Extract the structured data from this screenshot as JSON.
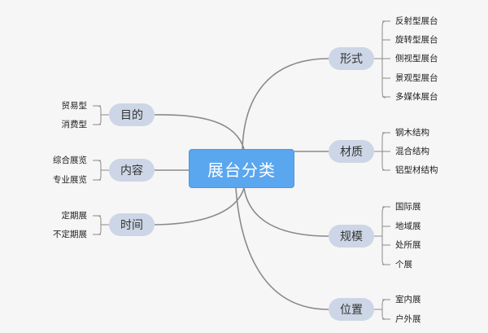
{
  "root": {
    "label": "展台分类"
  },
  "branches": {
    "purpose": {
      "label": "目的",
      "items": [
        "贸易型",
        "消费型"
      ]
    },
    "content": {
      "label": "内容",
      "items": [
        "综合展览",
        "专业展览"
      ]
    },
    "time": {
      "label": "时间",
      "items": [
        "定期展",
        "不定期展"
      ]
    },
    "form": {
      "label": "形式",
      "items": [
        "反射型展台",
        "旋转型展台",
        "侧视型展台",
        "景观型展台",
        "多媒体展台"
      ]
    },
    "material": {
      "label": "材质",
      "items": [
        "钢木结构",
        "混合结构",
        "铝型材结构"
      ]
    },
    "scale": {
      "label": "规模",
      "items": [
        "国际展",
        "地域展",
        "处所展",
        "个展"
      ]
    },
    "location": {
      "label": "位置",
      "items": [
        "室内展",
        "户外展"
      ]
    }
  },
  "colors": {
    "root_fill": "#5aa6ef",
    "branch_fill": "#ccd6e6",
    "line": "#8a8a8a",
    "background": "#f6f6f6"
  }
}
